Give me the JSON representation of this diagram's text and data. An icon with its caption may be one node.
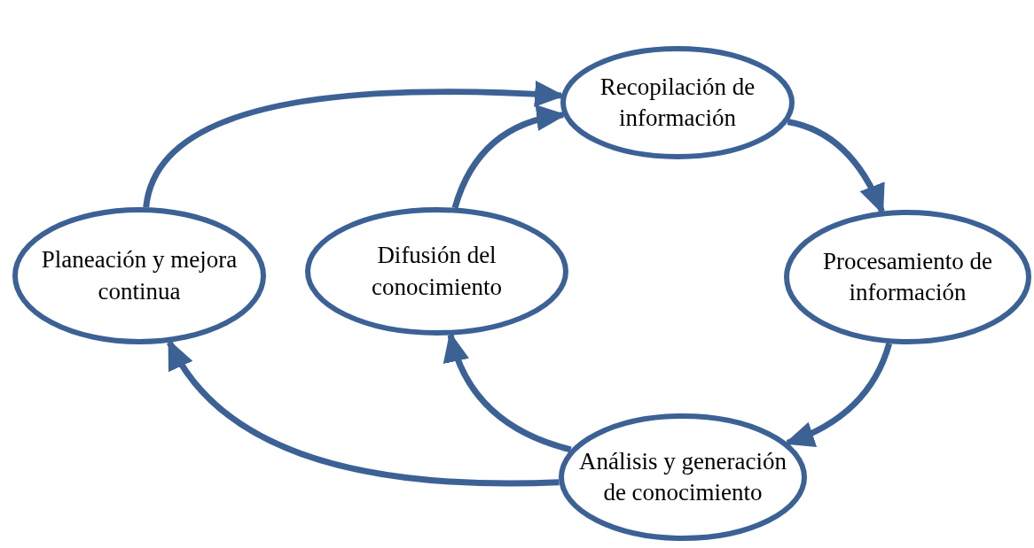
{
  "diagram": {
    "nodes": [
      {
        "text": [
          "Recopilación de información"
        ]
      },
      {
        "text": [
          "Procesamiento de información"
        ]
      },
      {
        "text": [
          "Análisis y generación de conocimiento"
        ]
      },
      {
        "text": [
          "Difusión del conocimiento"
        ]
      },
      {
        "text": [
          "Planeación y mejora continua"
        ]
      }
    ],
    "edges": [
      {
        "from": 0,
        "to": 1,
        "arrow": "to"
      },
      {
        "from": 1,
        "to": 2,
        "arrow": "to"
      },
      {
        "from": 2,
        "to": 3,
        "arrow": "to"
      },
      {
        "from": 3,
        "to": 0,
        "arrow": "to"
      },
      {
        "from": 2,
        "to": 4,
        "arrow": "to"
      },
      {
        "from": 4,
        "to": 0,
        "arrow": "to"
      }
    ]
  }
}
